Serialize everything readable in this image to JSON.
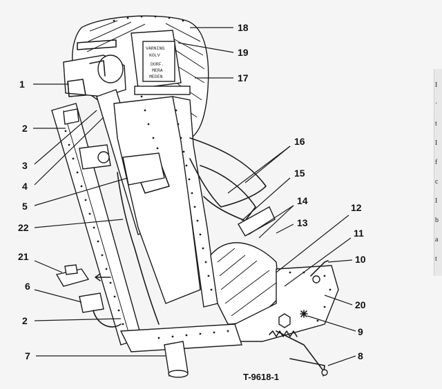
{
  "figure_id": "T-9618-1",
  "callouts": [
    {
      "num": "1"
    },
    {
      "num": "2"
    },
    {
      "num": "3"
    },
    {
      "num": "4"
    },
    {
      "num": "5"
    },
    {
      "num": "22"
    },
    {
      "num": "21"
    },
    {
      "num": "6"
    },
    {
      "num": "2"
    },
    {
      "num": "7"
    },
    {
      "num": "18"
    },
    {
      "num": "19"
    },
    {
      "num": "17"
    },
    {
      "num": "16"
    },
    {
      "num": "15"
    },
    {
      "num": "14"
    },
    {
      "num": "13"
    },
    {
      "num": "12"
    },
    {
      "num": "11"
    },
    {
      "num": "10"
    },
    {
      "num": "20"
    },
    {
      "num": "9"
    },
    {
      "num": "8"
    }
  ],
  "placard_lines": [
    "VARNING",
    "KOLV",
    "DORF.",
    "MERA",
    "MEDEN"
  ],
  "margin_chars": [
    "I",
    "·",
    "t",
    "I",
    "f",
    "c",
    "I",
    "b",
    "a",
    "t"
  ]
}
